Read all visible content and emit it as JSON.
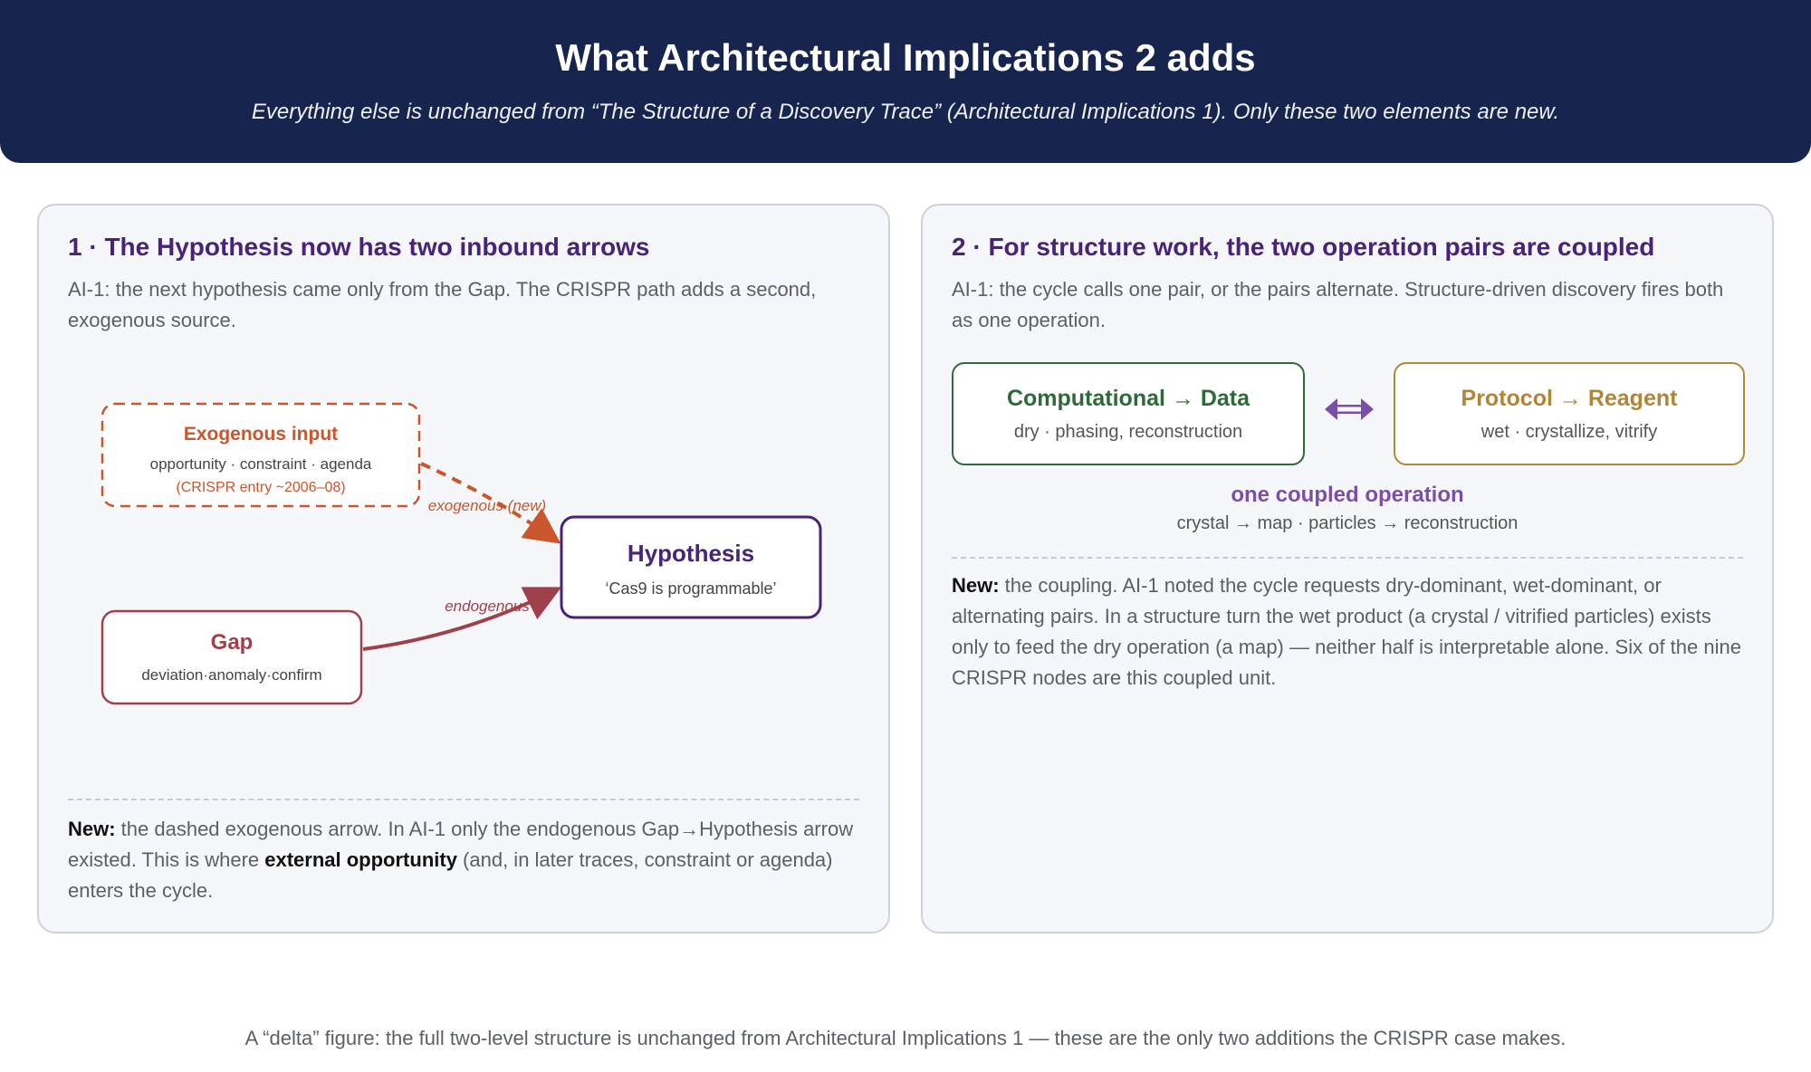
{
  "header": {
    "title": "What Architectural Implications 2 adds",
    "subtitle": "Everything else is unchanged from “The Structure of a Discovery Trace” (Architectural Implications 1). Only these two elements are new."
  },
  "panel1": {
    "title": "1 · The Hypothesis now has two inbound arrows",
    "description": "AI-1: the next hypothesis came only from the Gap. The CRISPR path adds a second, exogenous source.",
    "exogenous": {
      "title": "Exogenous input",
      "subtitle": "opportunity · constraint · agenda",
      "detail": "(CRISPR entry ~2006–08)"
    },
    "gap": {
      "title": "Gap",
      "subtitle": "deviation·anomaly·confirm"
    },
    "hypothesis": {
      "title": "Hypothesis",
      "subtitle": "‘Cas9 is programmable’"
    },
    "arrow_exogenous_label": "exogenous (new)",
    "arrow_endogenous_label": "endogenous",
    "note": {
      "lead": "New:",
      "text_a": " the dashed exogenous arrow. In AI-1 only the endogenous Gap→Hypothesis arrow existed. This is where ",
      "bold": "external opportunity",
      "text_b": " (and, in later traces, constraint or agenda) enters the cycle."
    }
  },
  "panel2": {
    "title": "2 · For structure work, the two operation pairs are coupled",
    "description": "AI-1: the cycle calls one pair, or the pairs alternate. Structure-driven discovery fires both as one operation.",
    "computational": {
      "title": "Computational → Data",
      "subtitle": "dry · phasing, reconstruction"
    },
    "protocol": {
      "title": "Protocol → Reagent",
      "subtitle": "wet · crystallize, vitrify"
    },
    "coupled_label": "one coupled operation",
    "coupled_sub": "crystal → map · particles → reconstruction",
    "note": {
      "lead": "New:",
      "text": " the coupling. AI-1 noted the cycle requests dry-dominant, wet-dominant, or alternating pairs. In a structure turn the wet product (a crystal / vitrified particles) exists only to feed the dry operation (a map) — neither half is interpretable alone. Six of the nine CRISPR nodes are this coupled unit."
    }
  },
  "footer": "A “delta” figure: the full two-level structure is unchanged from Architectural Implications 1 — these are the only two additions the CRISPR case makes.",
  "colors": {
    "header_bg": "#16244e",
    "hypothesis": "#47237a",
    "exogenous": "#c9562d",
    "gap": "#a0404a",
    "computational": "#2e6b3a",
    "protocol": "#b08938",
    "coupled": "#7b4fa8"
  }
}
